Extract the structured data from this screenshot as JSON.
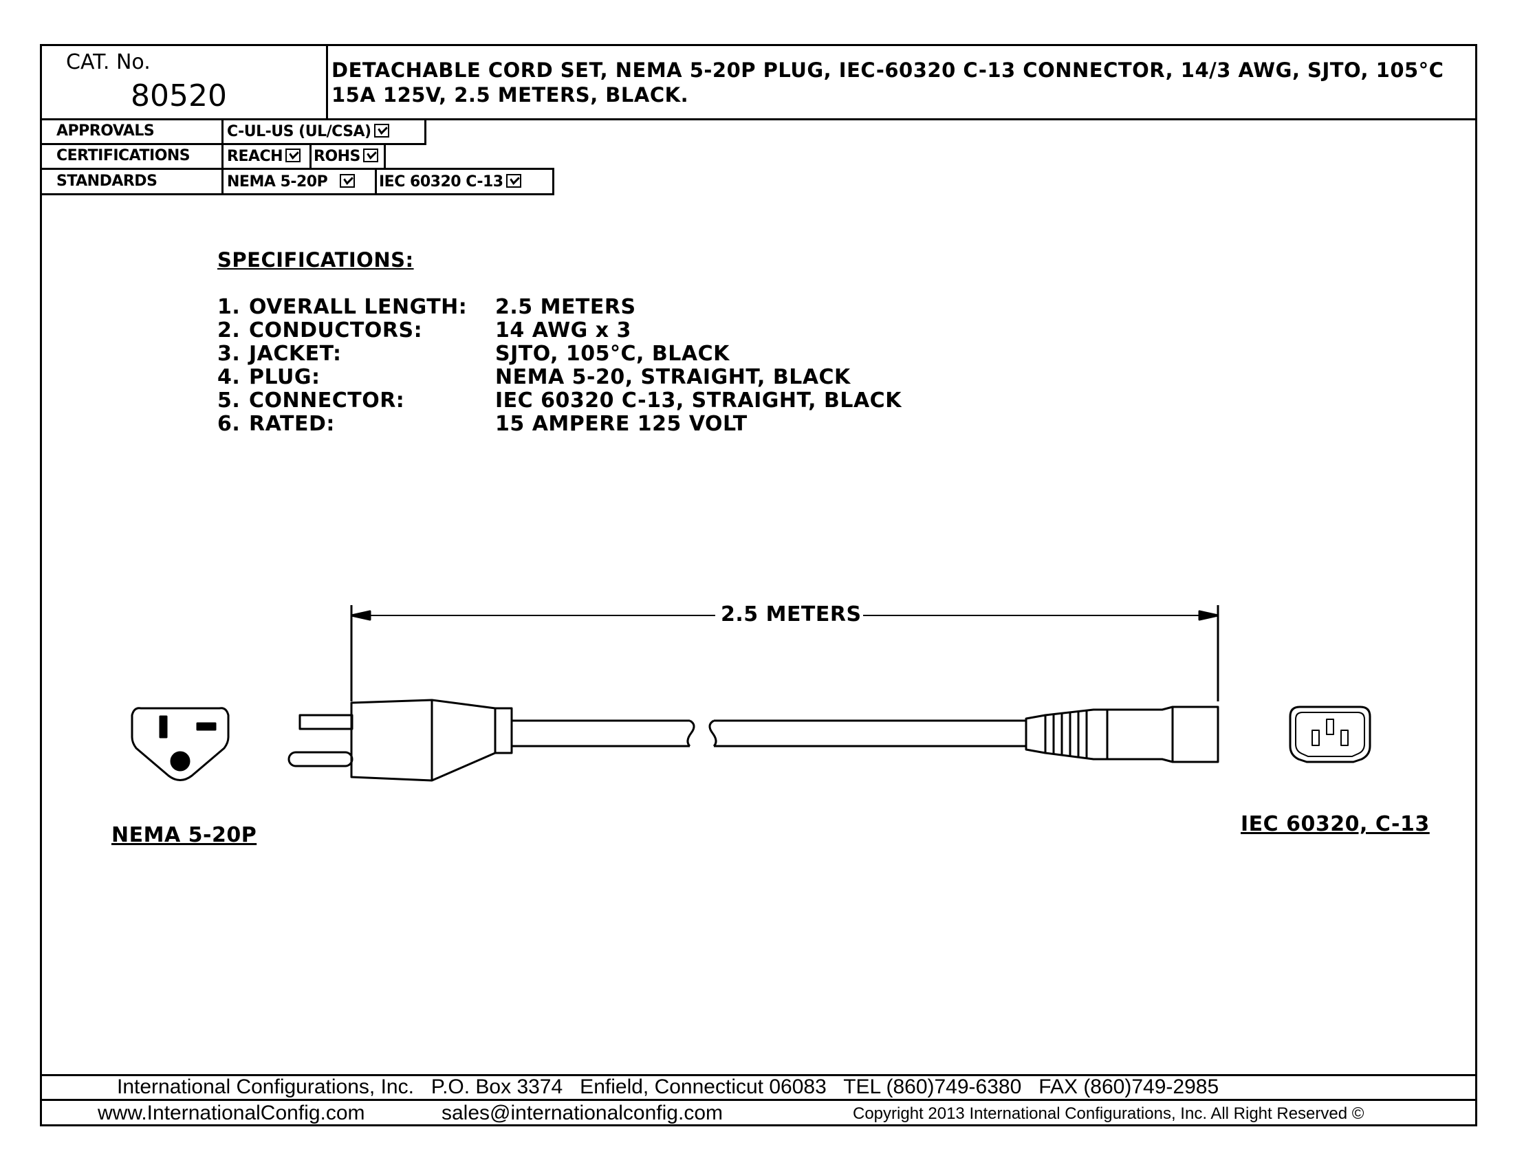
{
  "header": {
    "cat_label": "CAT. No.",
    "cat_number": "80520",
    "description_line1": "DETACHABLE CORD SET, NEMA 5-20P PLUG, IEC-60320 C-13 CONNECTOR, 14/3 AWG, SJTO, 105°C",
    "description_line2": "15A 125V, 2.5 METERS, BLACK."
  },
  "attributes": {
    "approvals_label": "APPROVALS",
    "approvals_value": "C-UL-US (UL/CSA)",
    "certifications_label": "CERTIFICATIONS",
    "cert_1": "REACH",
    "cert_2": "ROHS",
    "standards_label": "STANDARDS",
    "std_1": "NEMA 5-20P",
    "std_2": "IEC 60320 C-13"
  },
  "specs": {
    "title": "SPECIFICATIONS:",
    "items": [
      {
        "num": "1.",
        "label": "OVERALL LENGTH:",
        "value": "2.5 METERS"
      },
      {
        "num": "2.",
        "label": "CONDUCTORS:",
        "value": "14 AWG x 3"
      },
      {
        "num": "3.",
        "label": "JACKET:",
        "value": "SJTO, 105°C, BLACK"
      },
      {
        "num": "4.",
        "label": "PLUG:",
        "value": "NEMA 5-20, STRAIGHT, BLACK"
      },
      {
        "num": "5.",
        "label": "CONNECTOR:",
        "value": "IEC 60320 C-13, STRAIGHT, BLACK"
      },
      {
        "num": "6.",
        "label": "RATED:",
        "value": "15 AMPERE 125 VOLT"
      }
    ]
  },
  "drawing": {
    "dimension_label": "2.5 METERS",
    "plug_label": "NEMA 5-20P",
    "connector_label": "IEC 60320, C-13"
  },
  "footer": {
    "line1": "International Configurations, Inc.   P.O. Box 3374   Enfield, Connecticut 06083   TEL (860)749-6380   FAX (860)749-2985",
    "website": "www.InternationalConfig.com",
    "email": "sales@internationalconfig.com",
    "copyright": "Copyright 2013 International Configurations, Inc. All Right Reserved ©"
  }
}
